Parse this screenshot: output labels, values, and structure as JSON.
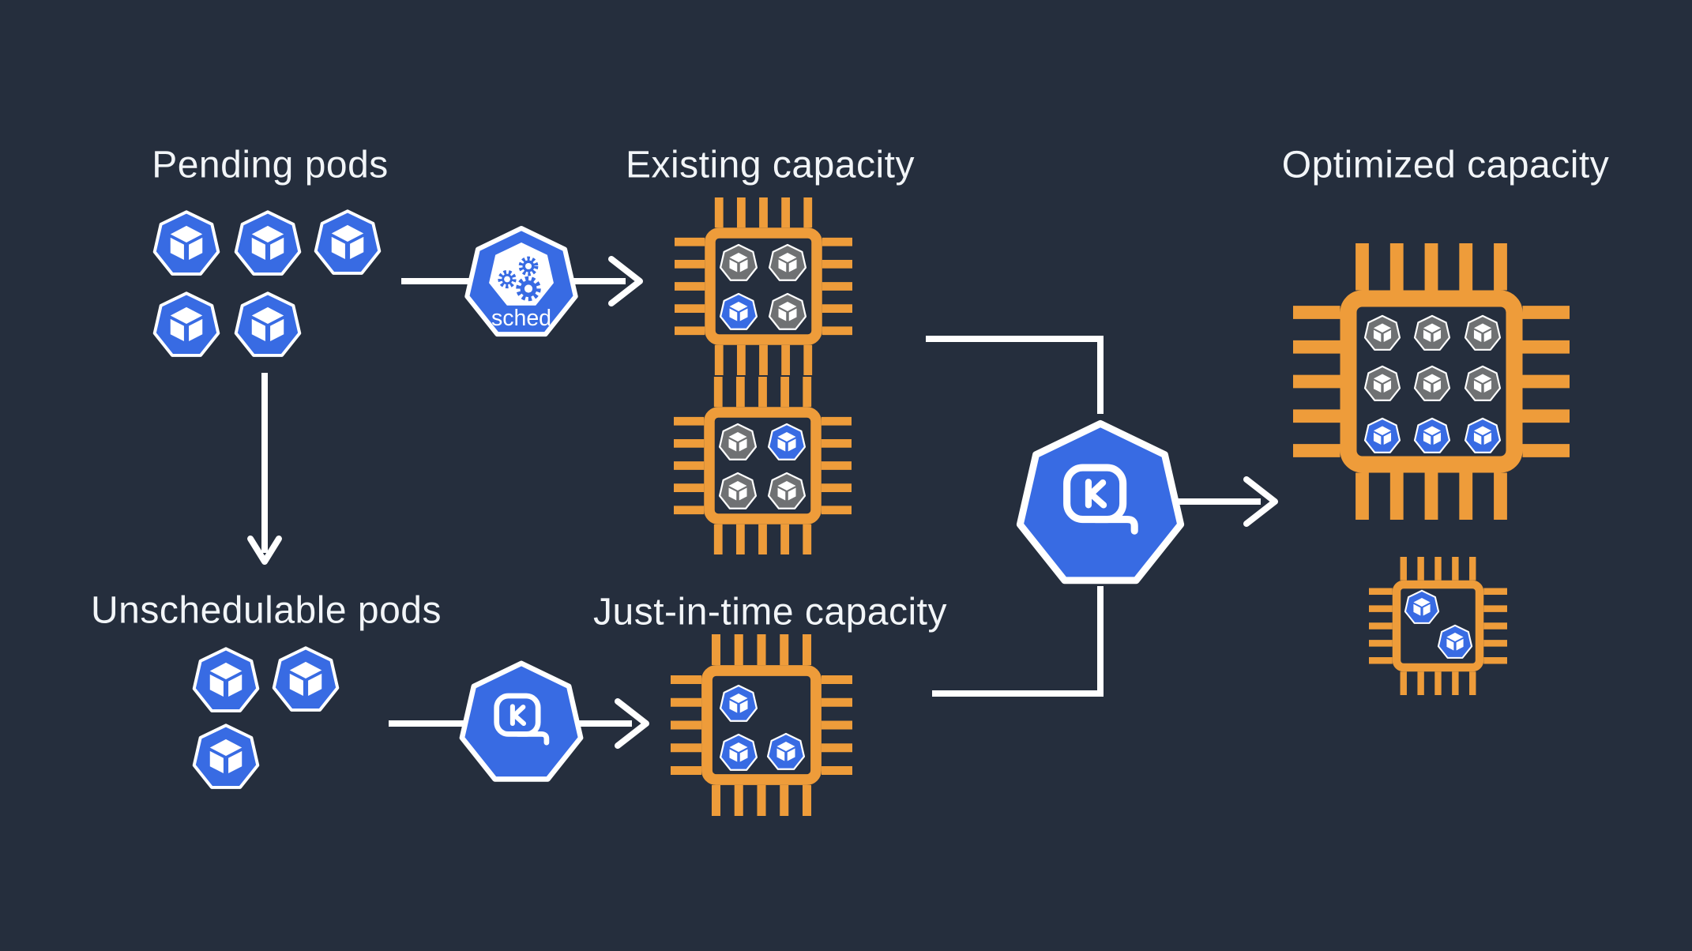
{
  "title": "Karpenter just-in-time capacity diagram",
  "colors": {
    "bg": "#252e3d",
    "orange": "#ee9c3a",
    "blue": "#386be3",
    "gray": "#6f7173",
    "white": "#ffffff",
    "text": "#f2f5f8"
  },
  "labels": {
    "pending_pods": "Pending pods",
    "existing_capacity": "Existing capacity",
    "unschedulable_pods": "Unschedulable pods",
    "jit_capacity": "Just-in-time capacity",
    "optimized_capacity": "Optimized capacity",
    "scheduler": "sched"
  },
  "icons": {
    "scheduler": "kubernetes-scheduler-heptagon-with-gears",
    "karpenter": "karpenter-heptagon-tape-measure-k",
    "pod": "kubernetes-pod-heptagon-cube",
    "node": "cpu-chip-orange"
  },
  "pod_groups": {
    "pending": {
      "count": 5,
      "color": "blue"
    },
    "unschedulable": {
      "count": 3,
      "color": "blue"
    }
  },
  "chips": {
    "existing_a": {
      "pods": [
        "gray",
        "gray",
        "blue",
        "gray"
      ]
    },
    "existing_b": {
      "pods": [
        "gray",
        "blue",
        "gray",
        "gray"
      ]
    },
    "jit": {
      "pods": [
        "blue",
        "blue",
        "blue"
      ]
    },
    "optimized_large": {
      "pods": [
        "gray",
        "gray",
        "gray",
        "gray",
        "gray",
        "gray",
        "blue",
        "blue",
        "blue"
      ]
    },
    "optimized_small": {
      "pods": [
        "blue",
        "blue"
      ]
    }
  },
  "flow": [
    "Pending pods -> sched -> Existing capacity",
    "Pending pods -> Unschedulable pods",
    "Unschedulable pods -> Karpenter -> Just-in-time capacity",
    "Existing capacity + Just-in-time capacity -> Karpenter -> Optimized capacity"
  ]
}
